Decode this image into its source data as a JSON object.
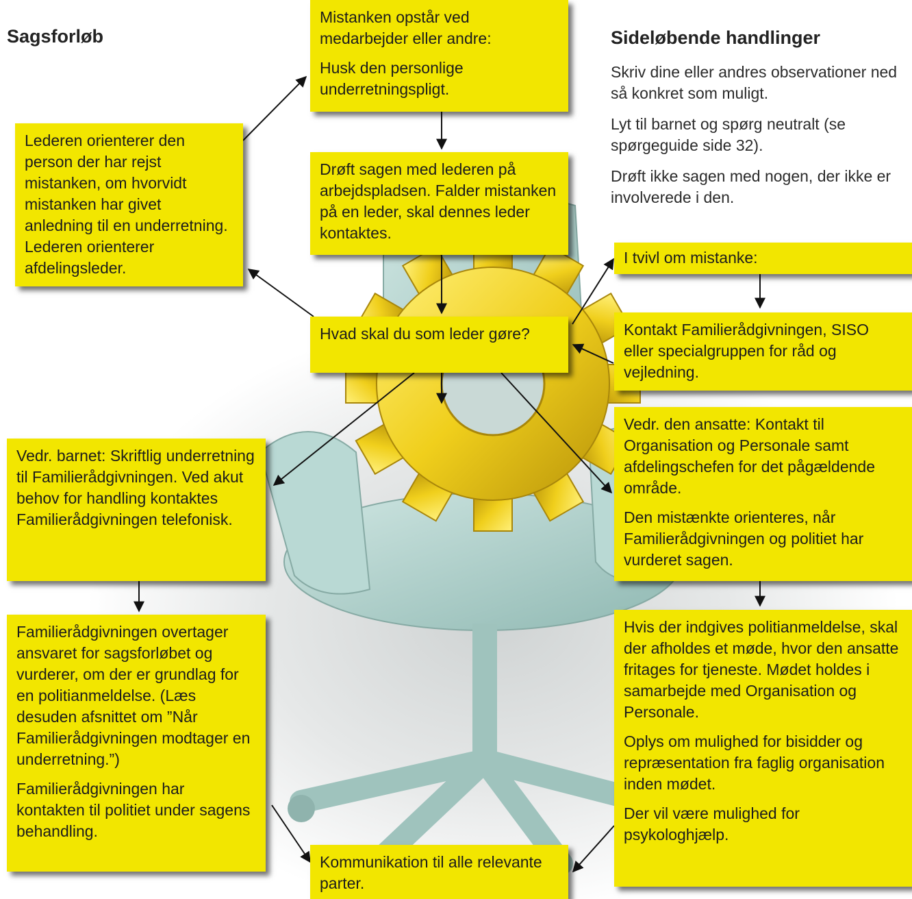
{
  "headings": {
    "left": "Sagsforløb",
    "right": "Sideløbende handlinger"
  },
  "side_actions": [
    "Skriv dine eller andres observationer ned så konkret som muligt.",
    "Lyt til barnet og spørg neutralt (se spørgeguide side 32).",
    "Drøft ikke sagen med nogen, der ikke er involverede i den."
  ],
  "boxes": {
    "suspicion": {
      "p1": "Mistanken opstår ved medarbejder eller andre:",
      "p2": "Husk den personlige underretningspligt."
    },
    "discuss": "Drøft sagen med lederen på arbejdspladsen. Falder mistanken på en leder, skal dennes leder kontaktes.",
    "leader_informs": "Lederen orienterer den person der har rejst mistanken, om hvorvidt mistanken har givet anledning til en underretning. Lederen orienterer afdelingsleder.",
    "what_to_do": "Hvad skal du som leder gøre?",
    "doubt": "I tvivl om mistanke:",
    "contact": "Kontakt Familierådgivningen, SISO eller specialgruppen for råd og vejledning.",
    "employee": {
      "p1": "Vedr. den ansatte: Kontakt til Organisation og Personale samt afdelingschefen for det pågældende område.",
      "p2": "Den mistænkte orienteres, når Familierådgivningen og politiet har vurderet sagen."
    },
    "child": "Vedr. barnet: Skriftlig underretning til Familierådgivningen. Ved akut behov for handling kontaktes Familierådgivningen telefonisk.",
    "family_takes_over": {
      "p1": "Familierådgivningen overtager ansvaret for sagsforløbet og vurderer, om der er grundlag for en politianmeldelse. (Læs desuden afsnittet om ”Når Familierådgivningen modtager en underretning.”)",
      "p2": "Familierådgivningen har kontakten til politiet under sagens behandling."
    },
    "police_report": {
      "p1": "Hvis der indgives politianmeldelse, skal der afholdes et møde, hvor den ansatte fritages for tjeneste. Mødet holdes i samarbejde med Organisation og Personale.",
      "p2": "Oplys om mulighed for bisidder og repræsentation fra faglig organisation inden mødet.",
      "p3": "Der vil være mulighed for psykologhjælp."
    },
    "communication": "Kommunikation til alle relevante parter."
  },
  "colors": {
    "note": "#f2e600",
    "chair": "#a9cfc9",
    "gear": "#e8c21a"
  },
  "icons": {
    "background": "office-chair-with-gear-illustration"
  }
}
